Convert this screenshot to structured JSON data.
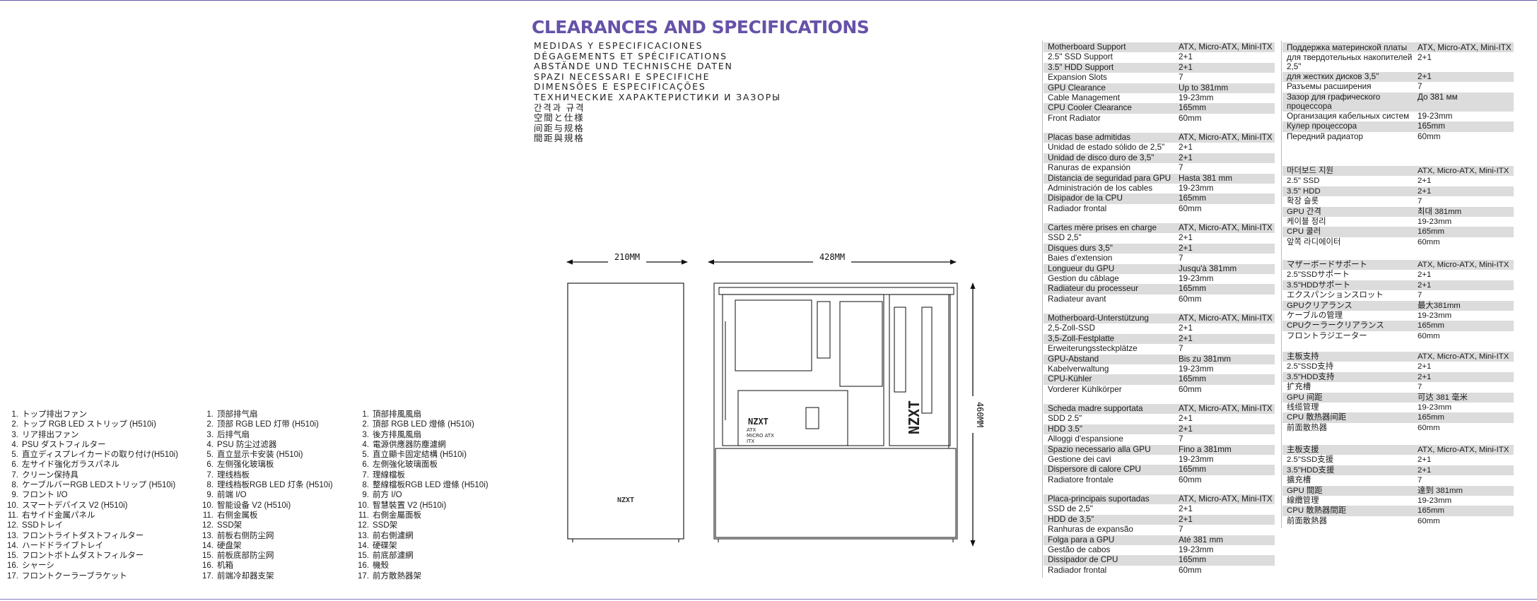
{
  "title": "CLEARANCES AND SPECIFICATIONS",
  "subtitles": [
    "MEDIDAS Y ESPECIFICACIONES",
    "DÉGAGEMENTS ET SPÉCIFICATIONS",
    "ABSTÄNDE UND TECHNISCHE DATEN",
    "SPAZI NECESSARI E SPECIFICHE",
    "DIMENSÕES E ESPECIFICAÇÕES",
    "ТЕХНИЧЕСКИЕ ХАРАКТЕРИСТИКИ И ЗАЗОРЫ",
    "간격과 규격",
    "空間と仕様",
    "间距与规格",
    "間距與規格"
  ],
  "dimensions": {
    "width": "210MM",
    "length": "428MM",
    "height": "460MM"
  },
  "case_logo": "NZXT",
  "board_labels": [
    "ATX",
    "MICRO ATX",
    "ITX"
  ],
  "parts_lists": [
    [
      "トップ排出ファン",
      "トップ RGB LED ストリップ (H510i)",
      "リア排出ファン",
      "PSU ダストフィルター",
      "直立ディスプレイカードの取り付け(H510i)",
      "左サイド強化ガラスパネル",
      "クリーン保持具",
      "ケーブルバーRGB LEDストリップ (H510i)",
      "フロント I/O",
      "スマートデバイス V2 (H510i)",
      "右サイド金属パネル",
      "SSDトレイ",
      "フロントライトダストフィルター",
      "ハードドライブトレイ",
      "フロントボトムダストフィルター",
      "シャーシ",
      "フロントクーラーブラケット"
    ],
    [
      "顶部排气扇",
      "顶部 RGB LED 灯带 (H510i)",
      "后排气扇",
      "PSU 防尘过滤器",
      "直立显示卡安装 (H510i)",
      "左侧强化玻璃板",
      "理线档板",
      "理线档板RGB LED 灯条 (H510i)",
      "前端 I/O",
      "智能设备 V2 (H510i)",
      "右侧金属板",
      "SSD架",
      "前板右侧防尘网",
      "硬盘架",
      "前板底部防尘网",
      "机箱",
      "前端冷却器支架"
    ],
    [
      "頂部排風風扇",
      "頂部 RGB LED 燈條 (H510i)",
      "後方排風風扇",
      "電源供應器防塵濾網",
      "直立顯卡固定結構 (H510i)",
      "左側強化玻璃面板",
      "理線檔板",
      "整線檔板RGB LED 燈條 (H510i)",
      "前方 I/O",
      "智慧裝置 V2 (H510i)",
      "右側金屬面板",
      "SSD架",
      "前右側濾網",
      "硬碟架",
      "前底部濾網",
      "機殼",
      "前方散熱器架"
    ]
  ],
  "spec_tables": [
    {
      "rows": [
        [
          "Motherboard Support",
          "ATX, Micro-ATX, Mini-ITX"
        ],
        [
          "2.5\" SSD Support",
          "2+1"
        ],
        [
          "3.5\" HDD Support",
          "2+1"
        ],
        [
          "Expansion Slots",
          "7"
        ],
        [
          "GPU Clearance",
          "Up to 381mm"
        ],
        [
          "Cable Management",
          "19-23mm"
        ],
        [
          "CPU Cooler Clearance",
          "165mm"
        ],
        [
          "Front Radiator",
          "60mm"
        ]
      ]
    },
    {
      "rows": [
        [
          "Placas base admitidas",
          "ATX, Micro-ATX, Mini-ITX"
        ],
        [
          "Unidad de estado sólido de 2,5\"",
          "2+1"
        ],
        [
          "Unidad de disco duro de 3,5\"",
          "2+1"
        ],
        [
          "Ranuras de expansión",
          "7"
        ],
        [
          "Distancia de seguridad para GPU",
          "Hasta 381 mm"
        ],
        [
          "Administración de los cables",
          "19-23mm"
        ],
        [
          "Disipador de la CPU",
          "165mm"
        ],
        [
          "Radiador frontal",
          "60mm"
        ]
      ]
    },
    {
      "rows": [
        [
          "Cartes mère prises en charge",
          "ATX, Micro-ATX, Mini-ITX"
        ],
        [
          "SSD 2,5\"",
          "2+1"
        ],
        [
          "Disques durs 3,5\"",
          "2+1"
        ],
        [
          "Baies d'extension",
          "7"
        ],
        [
          "Longueur du GPU",
          "Jusqu'à 381mm"
        ],
        [
          "Gestion du câblage",
          "19-23mm"
        ],
        [
          "Radiateur du processeur",
          "165mm"
        ],
        [
          "Radiateur avant",
          "60mm"
        ]
      ]
    },
    {
      "rows": [
        [
          "Motherboard-Unterstützung",
          "ATX, Micro-ATX, Mini-ITX"
        ],
        [
          "2,5-Zoll-SSD",
          "2+1"
        ],
        [
          "3,5-Zoll-Festplatte",
          "2+1"
        ],
        [
          "Erweiterungssteckplätze",
          "7"
        ],
        [
          "GPU-Abstand",
          "Bis zu 381mm"
        ],
        [
          "Kabelverwaltung",
          "19-23mm"
        ],
        [
          "CPU-Kühler",
          "165mm"
        ],
        [
          "Vorderer Kühlkörper",
          "60mm"
        ]
      ]
    },
    {
      "rows": [
        [
          "Scheda madre supportata",
          "ATX, Micro-ATX, Mini-ITX"
        ],
        [
          "SDD 2.5\"",
          "2+1"
        ],
        [
          "HDD 3.5\"",
          "2+1"
        ],
        [
          "Alloggi d'espansione",
          "7"
        ],
        [
          "Spazio necessario alla GPU",
          "Fino a 381mm"
        ],
        [
          "Gestione dei cavi",
          "19-23mm"
        ],
        [
          "Dispersore di calore CPU",
          "165mm"
        ],
        [
          "Radiatore frontale",
          "60mm"
        ]
      ]
    },
    {
      "rows": [
        [
          "Placa-principais suportadas",
          "ATX, Micro-ATX, Mini-ITX"
        ],
        [
          "SSD de 2,5\"",
          "2+1"
        ],
        [
          "HDD de 3,5\"",
          "2+1"
        ],
        [
          "Ranhuras de expansão",
          "7"
        ],
        [
          "Folga para a GPU",
          "Até 381 mm"
        ],
        [
          "Gestão de cabos",
          "19-23mm"
        ],
        [
          "Dissipador de CPU",
          "165mm"
        ],
        [
          "Radiador frontal",
          "60mm"
        ]
      ]
    },
    {
      "rows": [
        [
          "Поддержка материнской платы",
          "ATX, Micro-ATX, Mini-ITX"
        ],
        [
          "для твердотельных накопителей 2,5\"",
          "2+1"
        ],
        [
          "для жестких дисков 3,5\"",
          "2+1"
        ],
        [
          "Разъемы расширения",
          "7"
        ],
        [
          "Зазор для графического процессора",
          "До 381 мм"
        ],
        [
          "Организация кабельных систем",
          "19-23mm"
        ],
        [
          "Кулер процессора",
          "165mm"
        ],
        [
          "Передний радиатор",
          "60mm"
        ]
      ]
    },
    {
      "rows": [
        [
          "마더보드 지원",
          "ATX, Micro-ATX, Mini-ITX"
        ],
        [
          "2.5\" SSD",
          "2+1"
        ],
        [
          "3.5\" HDD",
          "2+1"
        ],
        [
          "확장 슬롯",
          "7"
        ],
        [
          "GPU 간격",
          "최대 381mm"
        ],
        [
          "케이블 정리",
          "19-23mm"
        ],
        [
          "CPU 쿨러",
          "165mm"
        ],
        [
          "앞쪽 라디에이터",
          "60mm"
        ]
      ]
    },
    {
      "rows": [
        [
          "マザーボードサポート",
          "ATX, Micro-ATX, Mini-ITX"
        ],
        [
          "2.5\"SSDサポート",
          "2+1"
        ],
        [
          "3.5\"HDDサポート",
          "2+1"
        ],
        [
          "エクスパンションスロット",
          "7"
        ],
        [
          "GPUクリアランス",
          "最大381mm"
        ],
        [
          "ケーブルの管理",
          "19-23mm"
        ],
        [
          "CPUクーラークリアランス",
          "165mm"
        ],
        [
          "フロントラジエーター",
          "60mm"
        ]
      ]
    },
    {
      "rows": [
        [
          "主板支持",
          "ATX, Micro-ATX, Mini-ITX"
        ],
        [
          "2.5\"SSD支持",
          "2+1"
        ],
        [
          "3.5\"HDD支持",
          "2+1"
        ],
        [
          "扩充槽",
          "7"
        ],
        [
          "GPU 间距",
          "可达 381 毫米"
        ],
        [
          "线缆管理",
          "19-23mm"
        ],
        [
          "CPU 散热器间距",
          "165mm"
        ],
        [
          "前面散热器",
          "60mm"
        ]
      ]
    },
    {
      "rows": [
        [
          "主板支援",
          "ATX, Micro-ATX, Mini-ITX"
        ],
        [
          "2.5\"SSD支援",
          "2+1"
        ],
        [
          "3.5\"HDD支援",
          "2+1"
        ],
        [
          "擴充槽",
          "7"
        ],
        [
          "GPU 間距",
          "達到 381mm"
        ],
        [
          "線纜管理",
          "19-23mm"
        ],
        [
          "CPU 散熱器間距",
          "165mm"
        ],
        [
          "前面散熱器",
          "60mm"
        ]
      ]
    }
  ]
}
